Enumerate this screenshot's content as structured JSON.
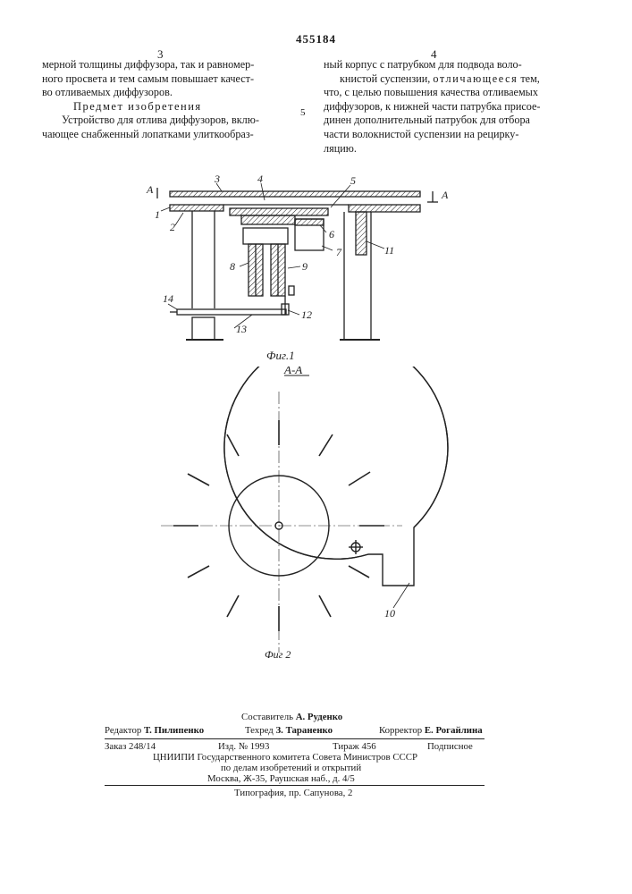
{
  "header": {
    "patent_number": "455184",
    "col_left_number": "3",
    "col_right_number": "4",
    "line_number": "5"
  },
  "col_left": {
    "line1": "мерной толщины диффузора, так и равномер-",
    "line2": "ного просвета и тем самым повышает качест-",
    "line3": "во отливаемых диффузоров.",
    "heading": "Предмет изобретения",
    "line5": "Устройство для отлива диффузоров, вклю-",
    "line6": "чающее снабженный лопатками улиткообраз-"
  },
  "col_right": {
    "line1": "ный корпус с патрубком для подвода воло-",
    "line2": "книстой суспензии,",
    "line2_spaced": "отличающееся",
    "line2_end": "тем,",
    "line3": "что, с целью повышения качества отливаемых",
    "line4": "диффузоров, к нижней части патрубка присое-",
    "line5": "динен дополнительный патрубок для отбора",
    "line6": "части волокнистой суспензии на рецирку-",
    "line7": "ляцию."
  },
  "figure1": {
    "caption": "Фиг.1",
    "section_marker": "А",
    "labels": [
      "1",
      "2",
      "3",
      "4",
      "5",
      "6",
      "7",
      "8",
      "9",
      "11",
      "12",
      "13",
      "14"
    ]
  },
  "figure2": {
    "section_title": "А-А",
    "caption": "Фиг 2",
    "label_10": "10"
  },
  "imprint": {
    "compiler_label": "Составитель",
    "compiler_name": "А. Руденко",
    "editor_label": "Редактор",
    "editor_name": "Т. Пилипенко",
    "techred_label": "Техред",
    "techred_name": "З. Тараненко",
    "corrector_label": "Корректор",
    "corrector_name": "Е. Рогайлина",
    "order": "Заказ 248/14",
    "edition": "Изд. № 1993",
    "circulation": "Тираж 456",
    "subscription": "Подписное",
    "org_line1": "ЦНИИПИ Государственного комитета Совета Министров СССР",
    "org_line2": "по делам изобретений и открытий",
    "org_line3": "Москва, Ж-35, Раушская наб., д. 4/5",
    "printing": "Типография, пр. Сапунова, 2"
  }
}
